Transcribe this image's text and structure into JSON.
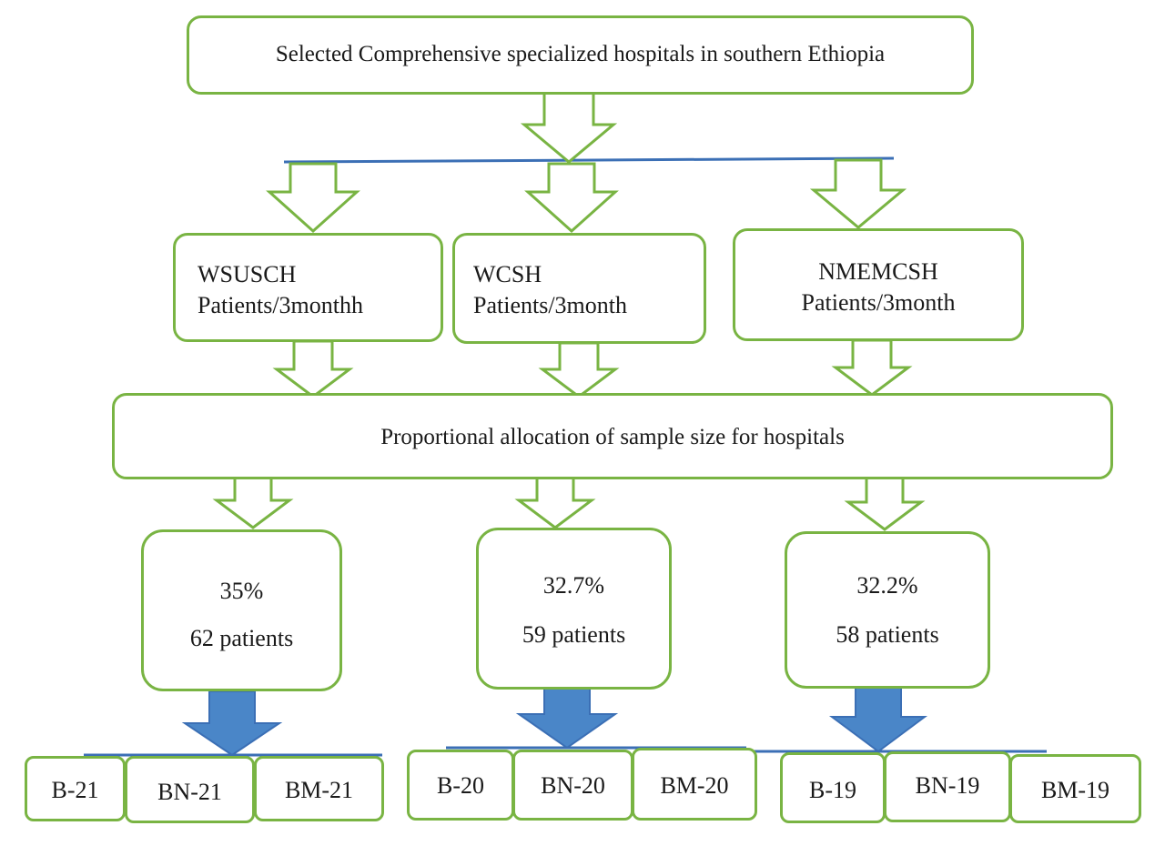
{
  "title": "Selected Comprehensive specialized hospitals in southern Ethiopia",
  "hospitals": [
    {
      "name": "WSUSCH",
      "unit": "Patients/3monthh"
    },
    {
      "name": "WCSH",
      "unit": "Patients/3month"
    },
    {
      "name": "NMEMCSH",
      "unit": "Patients/3month"
    }
  ],
  "allocation": "Proportional allocation of sample size for hospitals",
  "samples": [
    {
      "percent": "35%",
      "patients": "62 patients"
    },
    {
      "percent": "32.7%",
      "patients": "59 patients"
    },
    {
      "percent": "32.2%",
      "patients": "58 patients"
    }
  ],
  "groups": [
    [
      "B-21",
      "BN-21",
      "BM-21"
    ],
    [
      "B-20",
      "BN-20",
      "BM-20"
    ],
    [
      "B-19",
      "BN-19",
      "BM-19"
    ]
  ],
  "colors": {
    "box_border": "#79b443",
    "connector": "#3b6fb5",
    "solid_arrow": "#4a86c8",
    "text": "#1a1a1a"
  }
}
